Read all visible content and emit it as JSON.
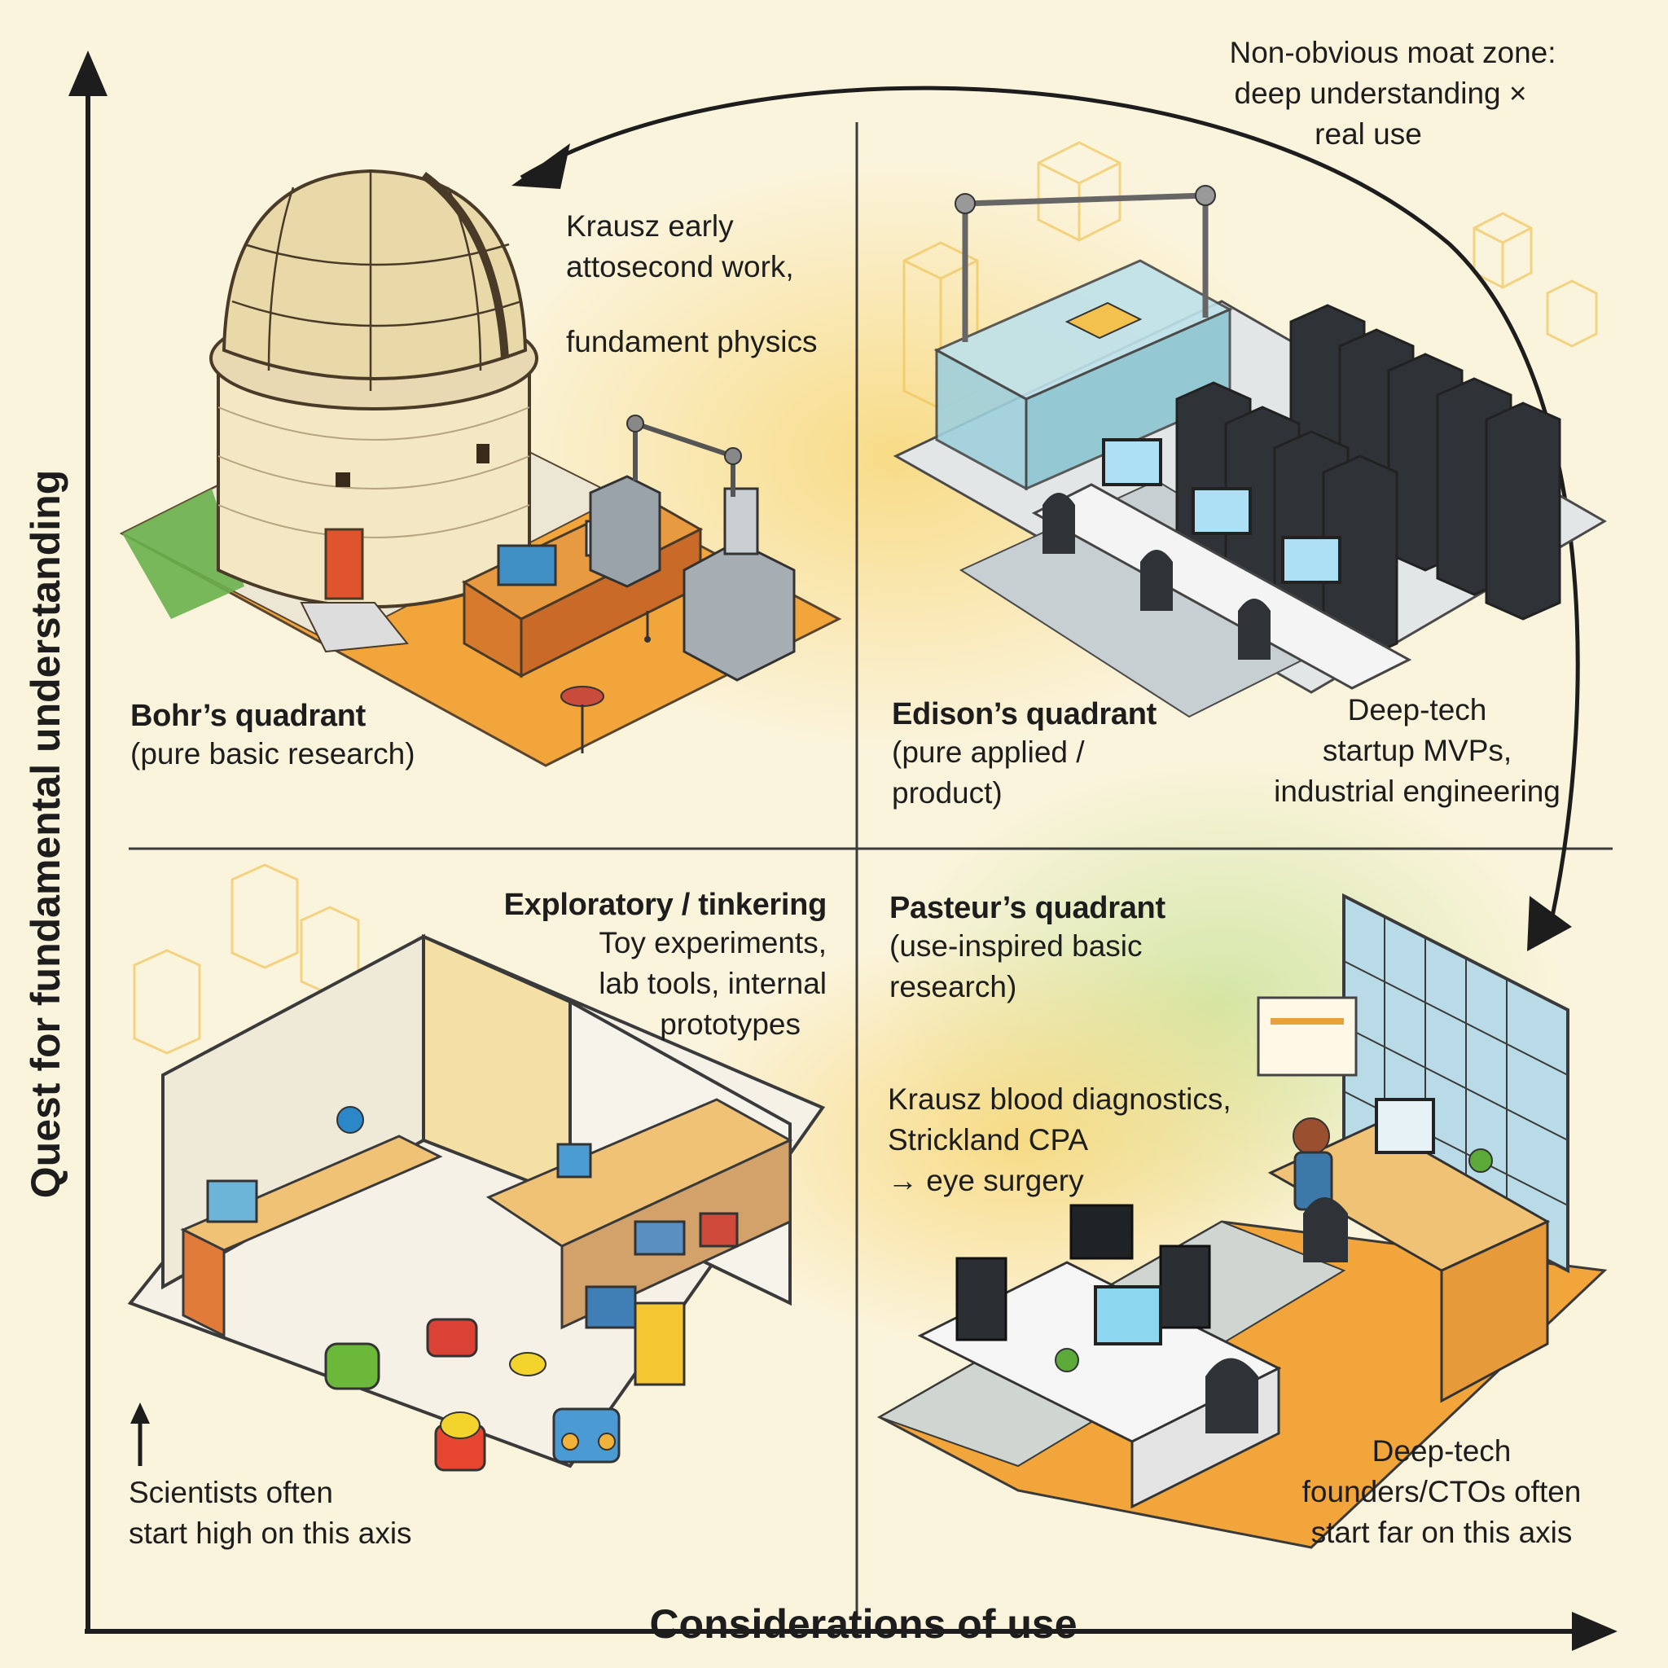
{
  "axes": {
    "y_label": "Quest for fundamental understanding",
    "x_label": "Considerations of use"
  },
  "annotations": {
    "moat_zone": [
      "Non-obvious moat zone:",
      "deep understanding ×",
      "real use"
    ],
    "bohr_examples": [
      "Krausz early",
      "attosecond work,",
      "",
      "fundament physics"
    ],
    "y_axis_note": [
      "Scientists often",
      "start high on this axis"
    ],
    "x_axis_note": [
      "Deep-tech",
      "founders/CTOs often",
      "start far on this axis"
    ]
  },
  "quadrants": {
    "bohr": {
      "title": "Bohr’s quadrant",
      "subtitle": [
        "(pure basic research)"
      ]
    },
    "edison": {
      "title": "Edison’s quadrant",
      "subtitle": [
        "(pure applied /",
        "product)"
      ],
      "examples": [
        "Deep-tech",
        "startup MVPs,",
        "industrial engineering"
      ]
    },
    "exploratory": {
      "title": "Exploratory / tinkering",
      "examples": [
        "Toy experiments,",
        "lab tools, internal",
        "prototypes"
      ]
    },
    "pasteur": {
      "title": "Pasteur’s quadrant",
      "subtitle": [
        "(use-inspired basic",
        "research)"
      ],
      "examples": [
        "Krausz blood diagnostics,",
        "Strickland CPA",
        "→ eye surgery"
      ]
    }
  },
  "colors": {
    "background": "#fbf4dc",
    "accent_orange": "#f2a53a",
    "accent_yellow": "#f7d36b",
    "glow_green": "#c9e39a",
    "ink": "#1d1d1d"
  }
}
